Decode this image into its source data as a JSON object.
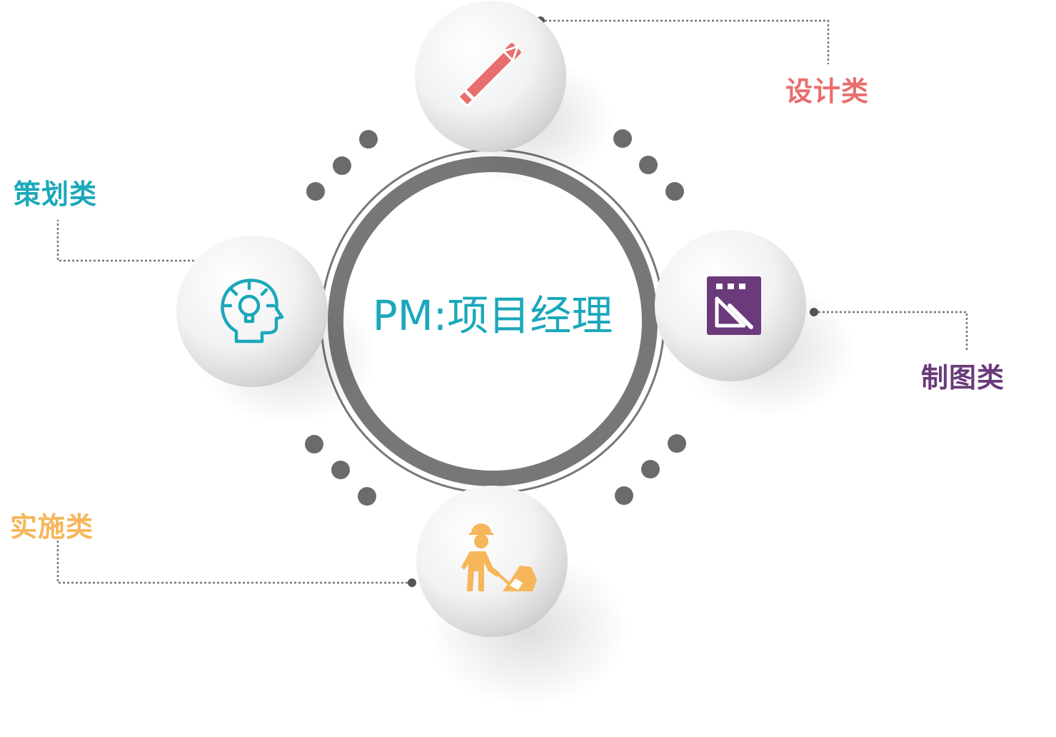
{
  "center": {
    "title": "PM:项目经理"
  },
  "nodes": [
    {
      "id": "design",
      "label": "设计类",
      "color": "#e86e6e",
      "icon": "pencil-ruler-icon"
    },
    {
      "id": "drawing",
      "label": "制图类",
      "color": "#6a3a7a",
      "icon": "drafting-board-icon"
    },
    {
      "id": "planning",
      "label": "策划类",
      "color": "#1aa8ba",
      "icon": "head-lightbulb-icon"
    },
    {
      "id": "implementation",
      "label": "实施类",
      "color": "#f6b65a",
      "icon": "construction-worker-icon"
    }
  ],
  "colors": {
    "ring": "#777777",
    "dot": "#6b6b6b",
    "connector": "#777777"
  }
}
